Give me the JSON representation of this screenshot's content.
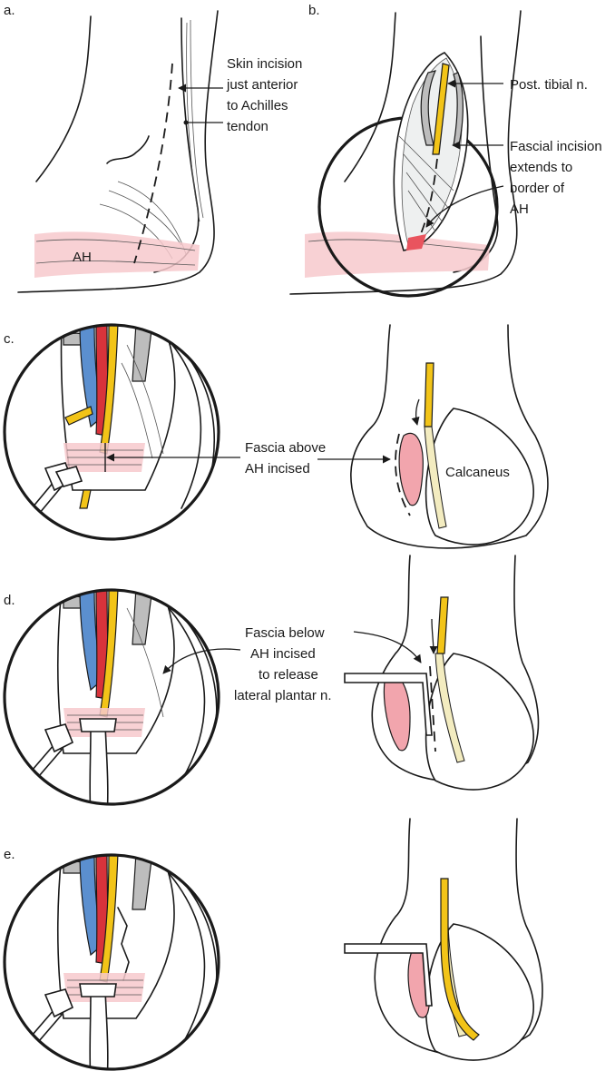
{
  "panels": {
    "a": {
      "letter": "a.",
      "label_incision": [
        "Skin incision",
        "just anterior",
        "to Achilles",
        "tendon"
      ],
      "label_ah": "AH"
    },
    "b": {
      "letter": "b.",
      "label_nerve": "Post. tibial n.",
      "label_fascial": [
        "Fascial incision",
        "extends to",
        "border of",
        "AH"
      ]
    },
    "c": {
      "letter": "c.",
      "label_fascia": [
        "Fascia above",
        "AH incised"
      ],
      "label_calcaneus": "Calcaneus"
    },
    "d": {
      "letter": "d.",
      "label_fascia": [
        "Fascia below",
        "AH incised",
        "to release",
        "lateral plantar n."
      ]
    },
    "e": {
      "letter": "e."
    }
  },
  "colors": {
    "nerve": "#f2c418",
    "artery": "#d8333b",
    "vein": "#5b8fcf",
    "muscle": "#f2a5ad"
  }
}
